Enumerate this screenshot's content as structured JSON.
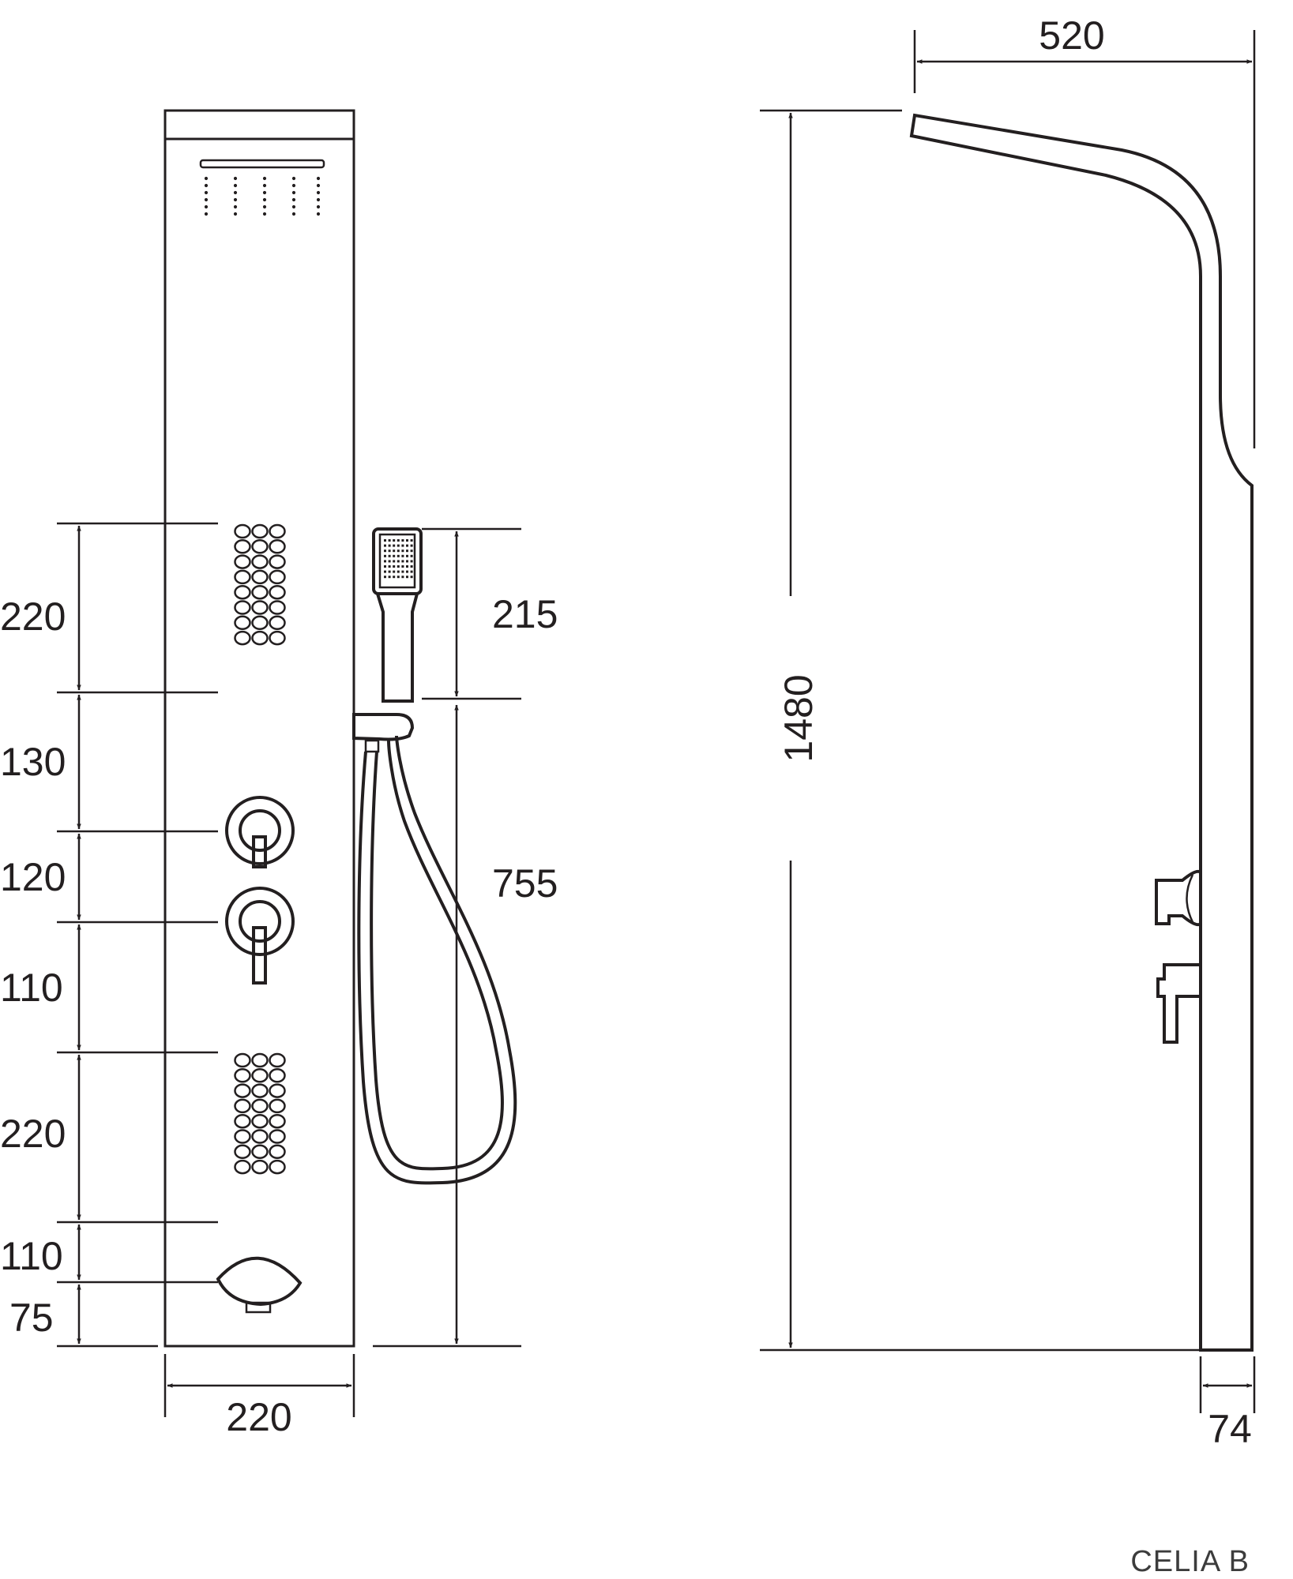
{
  "model_name": "CELIA B",
  "front_view": {
    "width_label": "220",
    "vertical_dims": [
      "220",
      "130",
      "120",
      "110",
      "220",
      "110",
      "75"
    ],
    "hand_shower_label": "215",
    "hose_label": "755"
  },
  "side_view": {
    "height_label": "1480",
    "depth_label": "520",
    "base_label": "74"
  },
  "colors": {
    "line": "#231f20",
    "background": "#ffffff"
  }
}
